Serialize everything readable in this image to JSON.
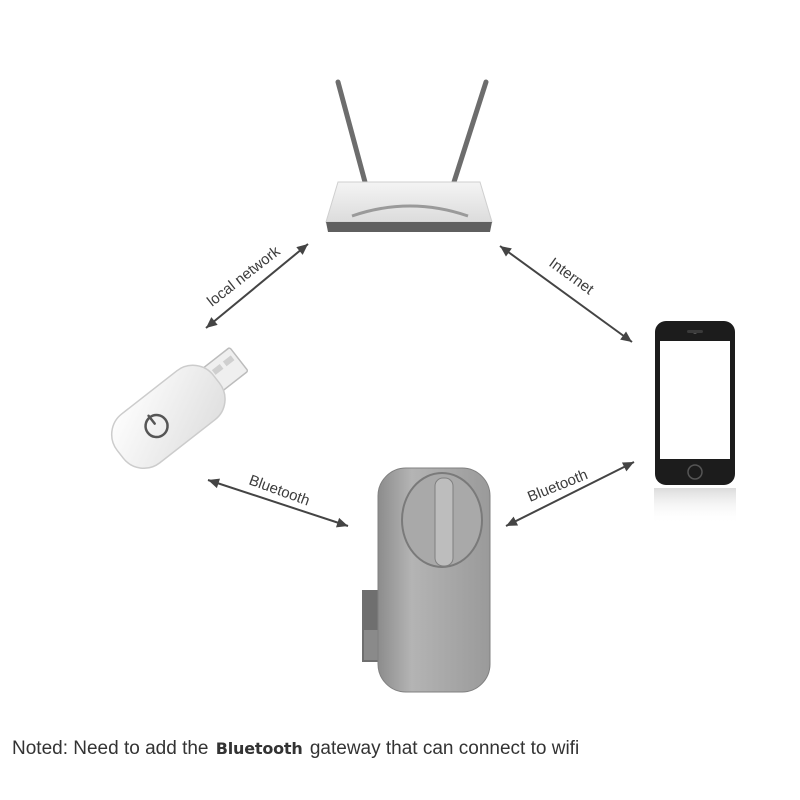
{
  "connections": {
    "router_to_dongle": "local network",
    "router_to_phone": "Internet",
    "dongle_to_lock": "Bluetooth",
    "phone_to_lock": "Bluetooth"
  },
  "note": {
    "prefix": "Noted: Need to add the ",
    "highlight": "Bluetooth",
    "suffix": " gateway that can connect to wifi"
  }
}
